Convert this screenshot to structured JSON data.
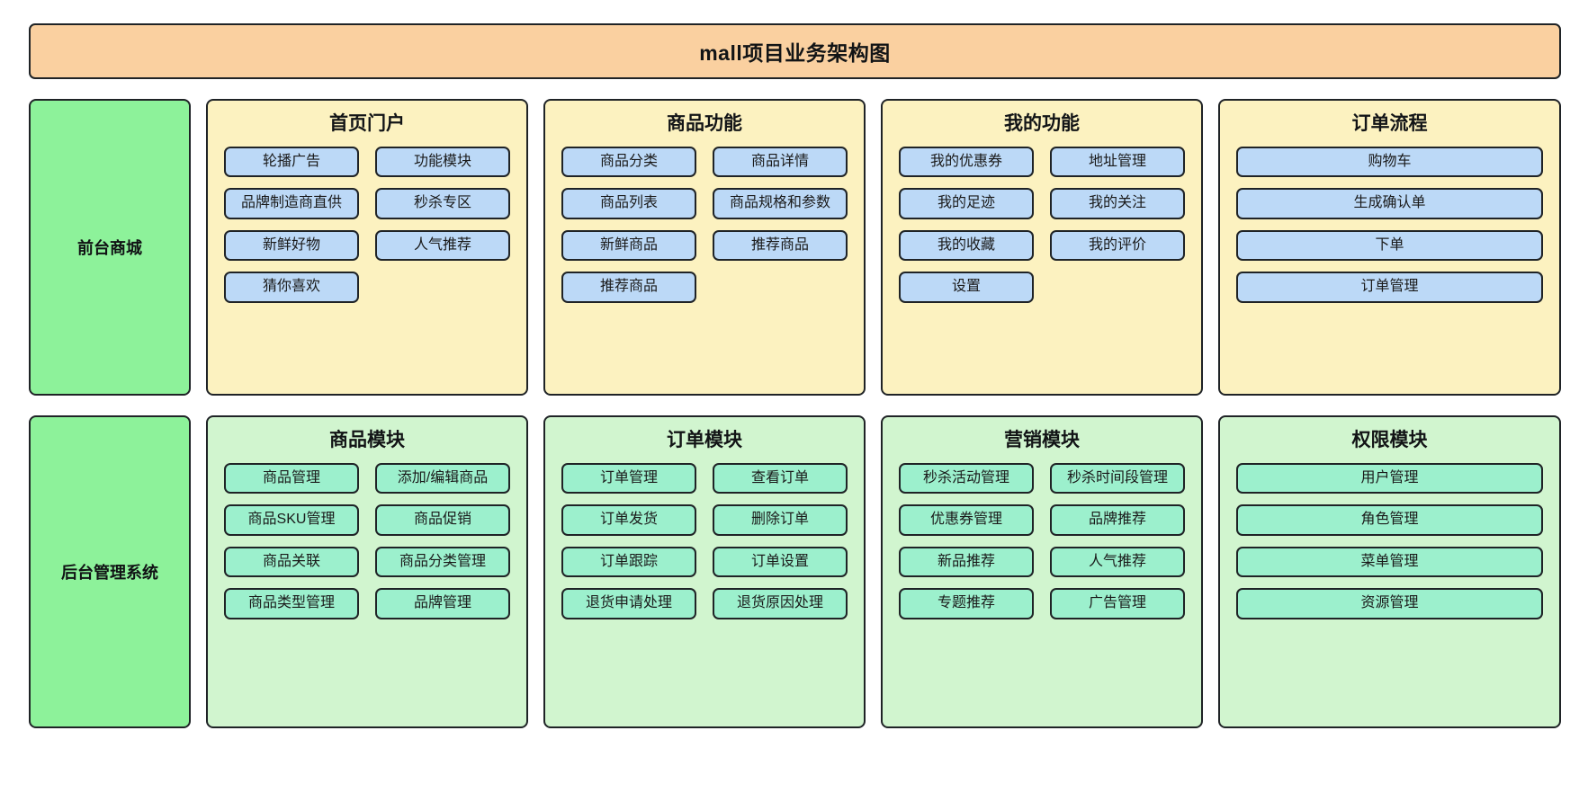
{
  "title": "mall项目业务架构图",
  "tiers": [
    {
      "label": "前台商城",
      "groups": [
        {
          "name": "首页门户",
          "items": [
            "轮播广告",
            "功能模块",
            "品牌制造商直供",
            "秒杀专区",
            "新鲜好物",
            "人气推荐",
            "猜你喜欢"
          ]
        },
        {
          "name": "商品功能",
          "items": [
            "商品分类",
            "商品详情",
            "商品列表",
            "商品规格和参数",
            "新鲜商品",
            "推荐商品",
            "推荐商品"
          ]
        },
        {
          "name": "我的功能",
          "items": [
            "我的优惠券",
            "地址管理",
            "我的足迹",
            "我的关注",
            "我的收藏",
            "我的评价",
            "设置"
          ]
        },
        {
          "name": "订单流程",
          "items": [
            "购物车",
            "生成确认单",
            "下单",
            "订单管理"
          ]
        }
      ]
    },
    {
      "label": "后台管理系统",
      "groups": [
        {
          "name": "商品模块",
          "items": [
            "商品管理",
            "添加/编辑商品",
            "商品SKU管理",
            "商品促销",
            "商品关联",
            "商品分类管理",
            "商品类型管理",
            "品牌管理"
          ]
        },
        {
          "name": "订单模块",
          "items": [
            "订单管理",
            "查看订单",
            "订单发货",
            "删除订单",
            "订单跟踪",
            "订单设置",
            "退货申请处理",
            "退货原因处理"
          ]
        },
        {
          "name": "营销模块",
          "items": [
            "秒杀活动管理",
            "秒杀时间段管理",
            "优惠券管理",
            "品牌推荐",
            "新品推荐",
            "人气推荐",
            "专题推荐",
            "广告管理"
          ]
        },
        {
          "name": "权限模块",
          "items": [
            "用户管理",
            "角色管理",
            "菜单管理",
            "资源管理"
          ]
        }
      ]
    }
  ],
  "colors": {
    "banner": "#fad0a0",
    "tier_label": "#8df29a",
    "front_group": "#fcf2c0",
    "front_item": "#bcd9f7",
    "back_group": "#d1f5cf",
    "back_item": "#9cf0cd",
    "stroke": "#1f2326"
  }
}
